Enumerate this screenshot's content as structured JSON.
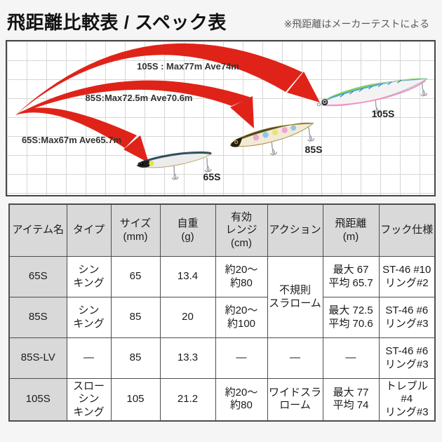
{
  "header": {
    "title": "飛距離比較表 / スペック表",
    "note": "※飛距離はメーカーテストによる"
  },
  "colors": {
    "arrow_red": "#e02318",
    "table_header_bg": "#d9d9d9",
    "border_dark": "#4d4d4d",
    "grid_line": "#d6d6d6"
  },
  "diagram": {
    "distance_labels": {
      "s105": "105S : Max77m Ave74m",
      "s85": "85S:Max72.5m Ave70.6m",
      "s65": "65S:Max67m Ave65.7m"
    },
    "lure_labels": {
      "s65": "65S",
      "s85": "85S",
      "s105": "105S"
    }
  },
  "table": {
    "headers": [
      "アイテム名",
      "タイプ",
      "サイズ\n(mm)",
      "自重\n(g)",
      "有効\nレンジ\n(cm)",
      "アクション",
      "飛距離\n(m)",
      "フック仕様"
    ],
    "rows": [
      {
        "name": "65S",
        "type": "シン\nキング",
        "size": "65",
        "weight": "13.4",
        "range": "約20〜\n約80",
        "action": "不規則\nスラローム",
        "distance": "最大 67\n平均 65.7",
        "hook": "ST-46 #10\nリング#2"
      },
      {
        "name": "85S",
        "type": "シン\nキング",
        "size": "85",
        "weight": "20",
        "range": "約20〜\n約100",
        "distance": "最大 72.5\n平均 70.6",
        "hook": "ST-46 #6\nリング#3"
      },
      {
        "name": "85S-LV",
        "type": "―",
        "size": "85",
        "weight": "13.3",
        "range": "―",
        "action": "―",
        "distance": "―",
        "hook": "ST-46 #6\nリング#3"
      },
      {
        "name": "105S",
        "type": "スロー\nシン\nキング",
        "size": "105",
        "weight": "21.2",
        "range": "約20〜\n約80",
        "action": "ワイドスラ\nローム",
        "distance": "最大 77\n平均 74",
        "hook": "トレブル #4\nリング#3"
      }
    ]
  }
}
